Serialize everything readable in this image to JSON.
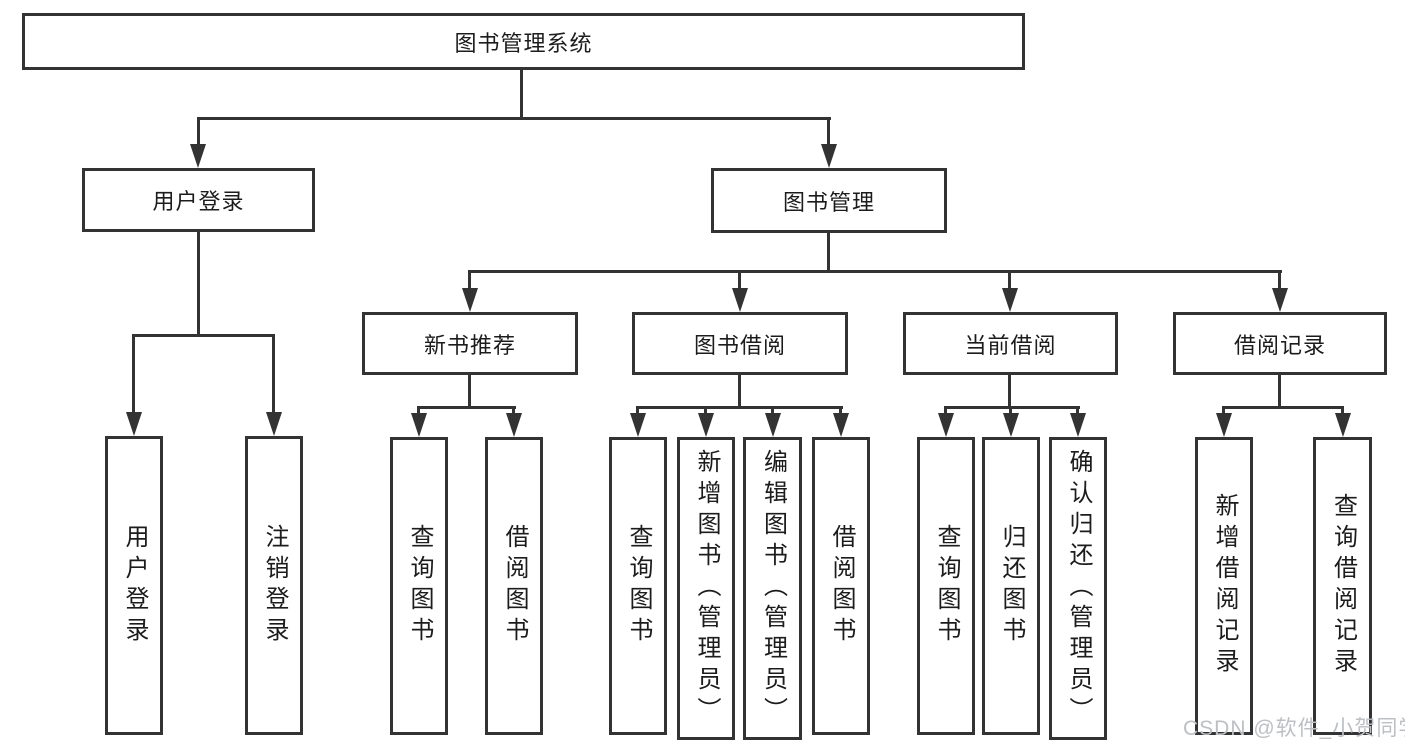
{
  "diagram": {
    "title": {
      "label": "图书管理系统"
    },
    "branches": [
      {
        "label": "用户登录",
        "children": [
          {
            "label": "用户登录"
          },
          {
            "label": "注销登录"
          }
        ]
      },
      {
        "label": "图书管理",
        "children": [
          {
            "label": "新书推荐",
            "children": [
              {
                "label": "查询图书"
              },
              {
                "label": "借阅图书"
              }
            ]
          },
          {
            "label": "图书借阅",
            "children": [
              {
                "label": "查询图书"
              },
              {
                "label": "新增图书（管理员）"
              },
              {
                "label": "编辑图书（管理员）"
              },
              {
                "label": "借阅图书"
              }
            ]
          },
          {
            "label": "当前借阅",
            "children": [
              {
                "label": "查询图书"
              },
              {
                "label": "归还图书"
              },
              {
                "label": "确认归还（管理员）"
              }
            ]
          },
          {
            "label": "借阅记录",
            "children": [
              {
                "label": "新增借阅记录"
              },
              {
                "label": "查询借阅记录"
              }
            ]
          }
        ]
      }
    ],
    "watermark": "CSDN @软件_小贺同学",
    "colors": {
      "line": "#333333",
      "box_fill": "#ffffff",
      "text": "#1c1c1c",
      "watermark": "#bcbfc4"
    }
  }
}
